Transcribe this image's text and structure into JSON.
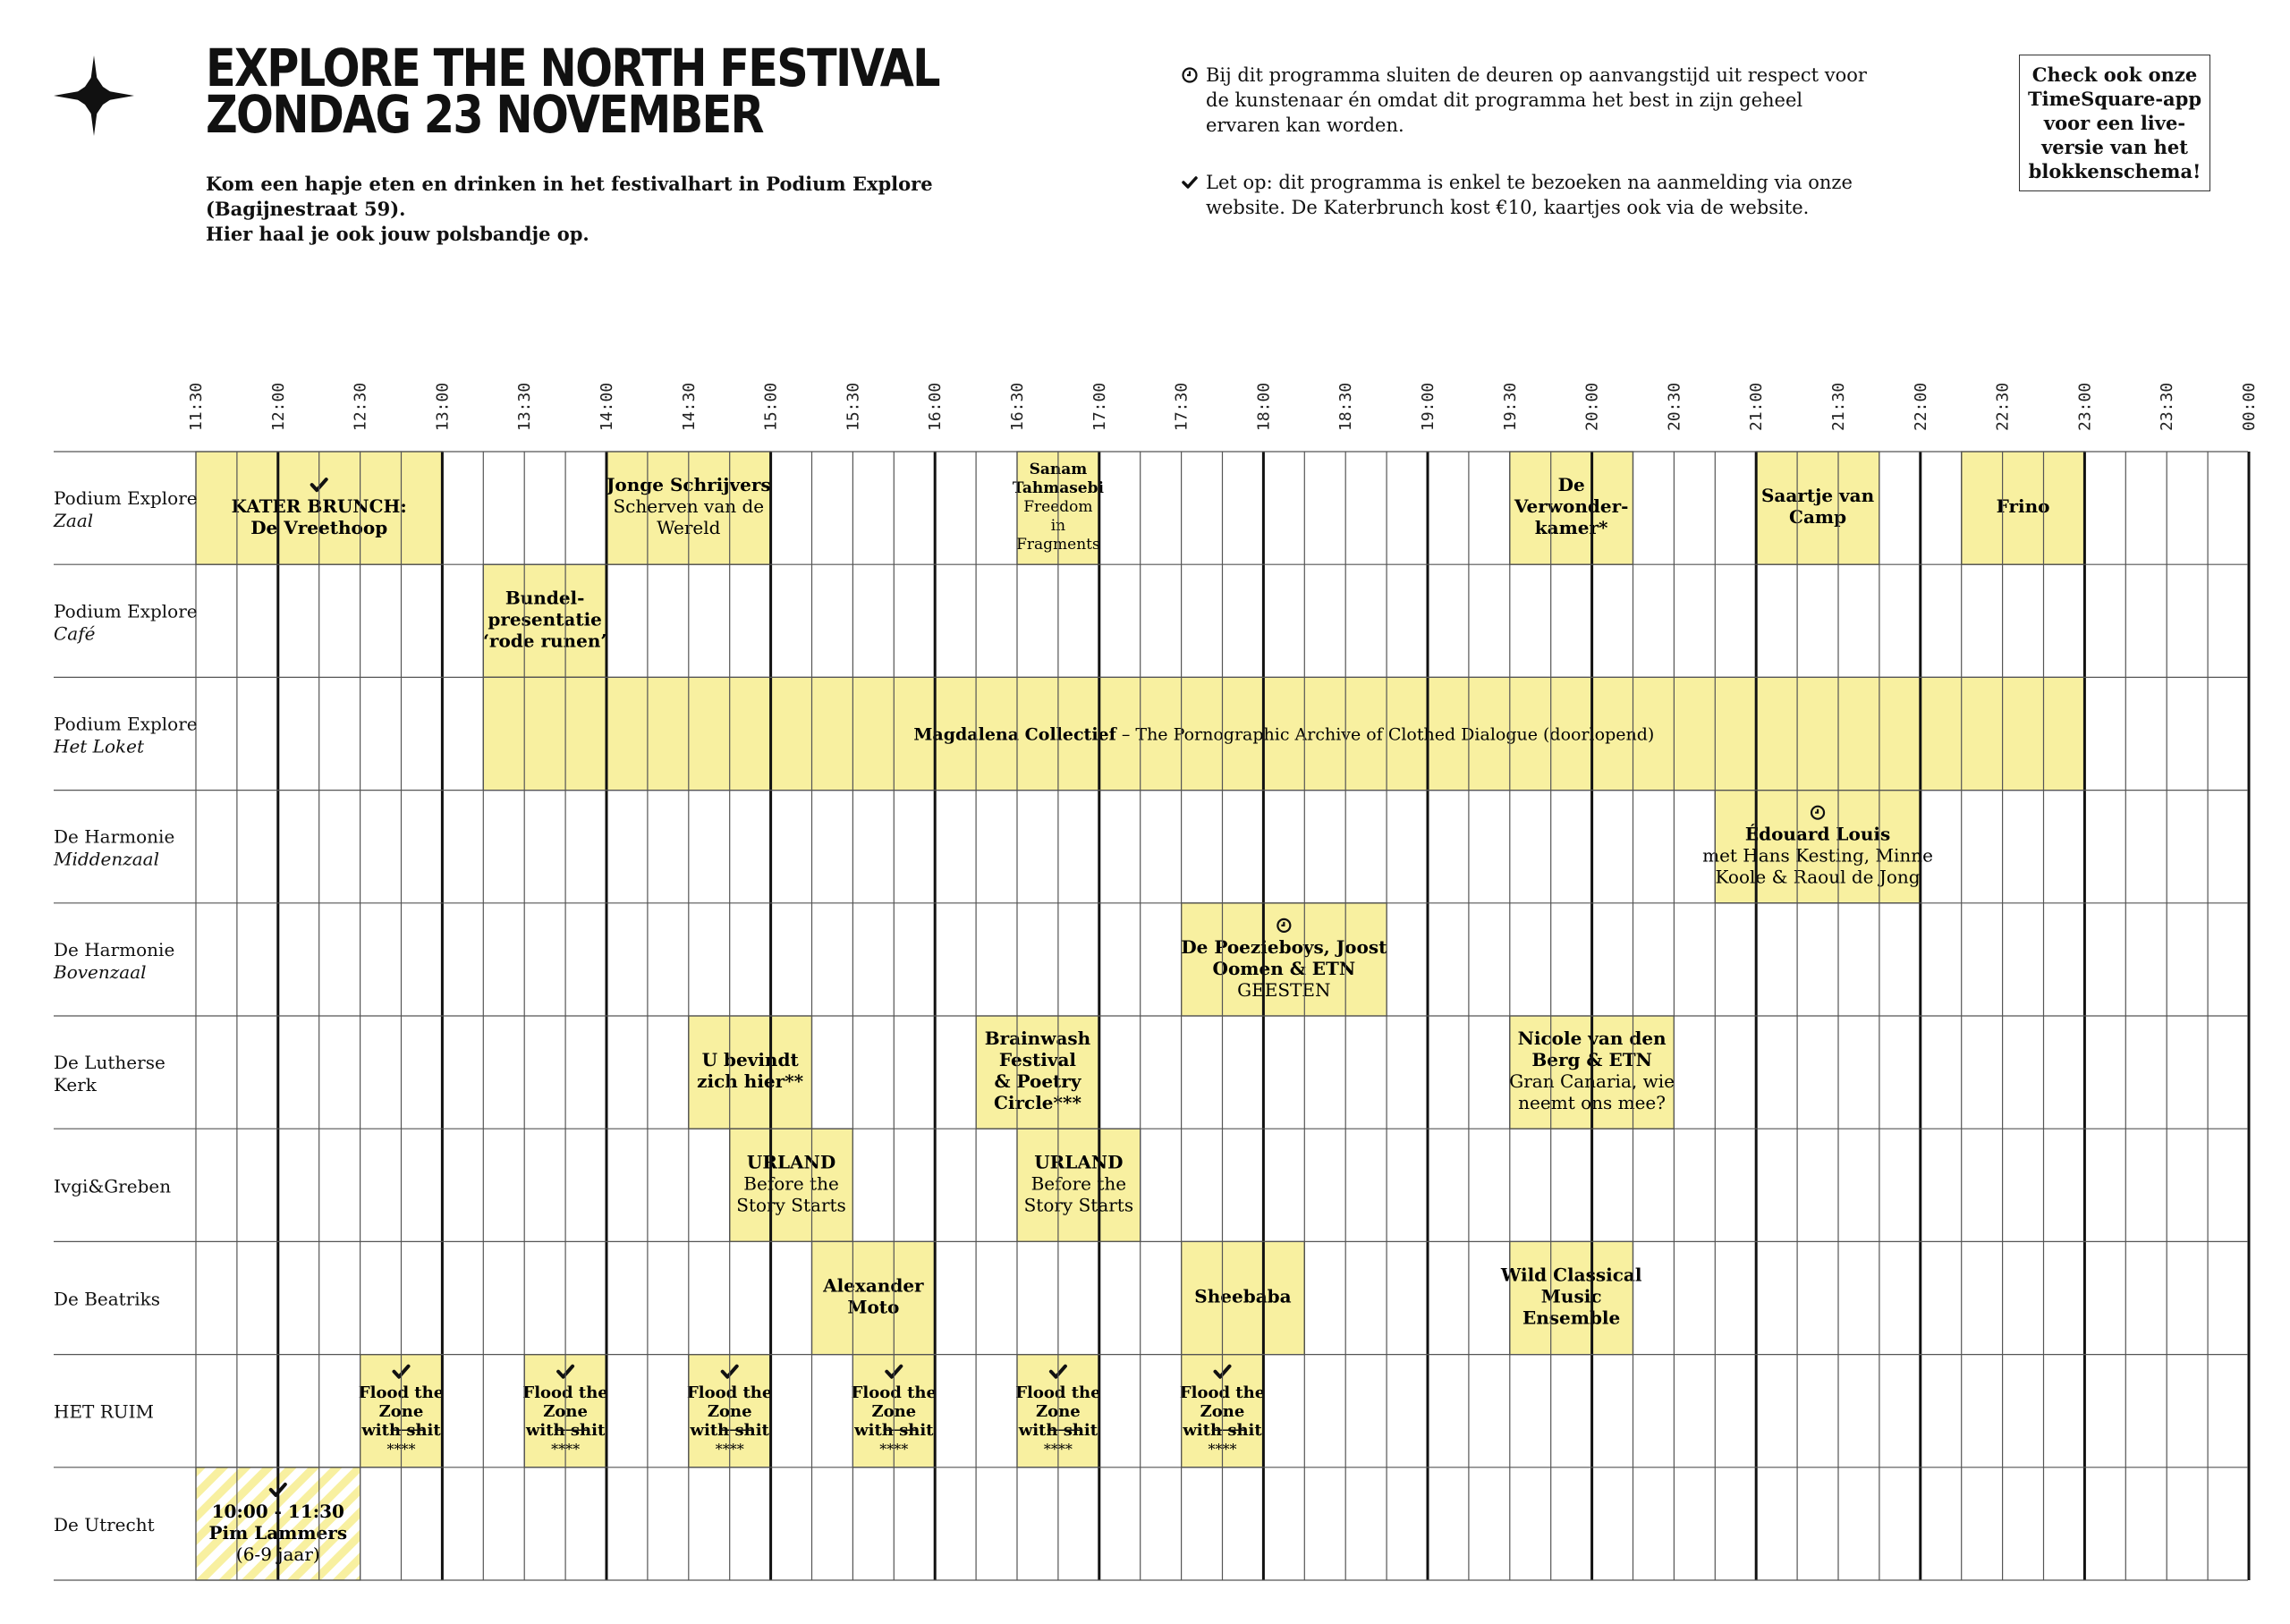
{
  "header": {
    "title_line1": "EXPLORE THE NORTH FESTIVAL",
    "title_line2": "ZONDAG 23 NOVEMBER",
    "intro_line1": "Kom een hapje eten en drinken in het festivalhart in Podium Explore (Bagijnestraat 59).",
    "intro_line2": "Hier haal je ook jouw polsbandje op."
  },
  "notes": [
    {
      "icon": "clock-icon",
      "text": "Bij dit programma sluiten de deuren op aanvangstijd uit respect voor de kunstenaar én omdat dit programma het best in zijn geheel ervaren kan worden."
    },
    {
      "icon": "check-icon",
      "text": "Let op: dit programma is enkel te bezoeken na aanmelding via onze website. De Katerbrunch kost €10, kaartjes ook via de website."
    }
  ],
  "cta": "Check ook onze TimeSquare-app voor een live-versie van het blokkenschema!",
  "colors": {
    "block": "#f8f0a0",
    "line": "#555555",
    "text": "#111111"
  },
  "schedule": {
    "times": [
      "11:30",
      "12:00",
      "12:30",
      "13:00",
      "13:30",
      "14:00",
      "14:30",
      "15:00",
      "15:30",
      "16:00",
      "16:30",
      "17:00",
      "17:30",
      "18:00",
      "18:30",
      "19:00",
      "19:30",
      "20:00",
      "20:30",
      "21:00",
      "21:30",
      "22:00",
      "22:30",
      "23:00",
      "23:30",
      "00:00"
    ],
    "venues": [
      {
        "name": "Podium Explore",
        "sub": "Zaal"
      },
      {
        "name": "Podium Explore",
        "sub": "Café"
      },
      {
        "name": "Podium Explore",
        "sub": "Het Loket"
      },
      {
        "name": "De Harmonie",
        "sub": "Middenzaal"
      },
      {
        "name": "De Harmonie",
        "sub": "Bovenzaal"
      },
      {
        "name": "De Lutherse Kerk",
        "sub": ""
      },
      {
        "name": "Ivgi&Greben",
        "sub": ""
      },
      {
        "name": "De Beatriks",
        "sub": ""
      },
      {
        "name": "HET RUIM",
        "sub": ""
      },
      {
        "name": "De Utrecht",
        "sub": ""
      }
    ],
    "events": [
      {
        "venue": 0,
        "start": "11:30",
        "end": "13:00",
        "icon": "check",
        "lines": [
          {
            "t": "KATER BRUNCH:",
            "b": true
          },
          {
            "t": "De Vreethoop",
            "b": true
          }
        ]
      },
      {
        "venue": 0,
        "start": "14:00",
        "end": "15:00",
        "lines": [
          {
            "t": "Jonge Schrijvers",
            "b": true
          },
          {
            "t": "Scherven van de",
            "b": false
          },
          {
            "t": "Wereld",
            "b": false
          }
        ]
      },
      {
        "venue": 0,
        "start": "16:30",
        "end": "17:00",
        "small": true,
        "lines": [
          {
            "t": "Sanam",
            "b": true
          },
          {
            "t": "Tahmasebi",
            "b": true
          },
          {
            "t": "Freedom",
            "b": false
          },
          {
            "t": "in",
            "b": false
          },
          {
            "t": "Fragments",
            "b": false
          }
        ]
      },
      {
        "venue": 0,
        "start": "19:30",
        "end": "20:15",
        "lines": [
          {
            "t": "De",
            "b": true
          },
          {
            "t": "Verwonder-",
            "b": true
          },
          {
            "t": "kamer*",
            "b": true
          }
        ]
      },
      {
        "venue": 0,
        "start": "21:00",
        "end": "21:45",
        "lines": [
          {
            "t": "Saartje van",
            "b": true
          },
          {
            "t": "Camp",
            "b": true
          }
        ]
      },
      {
        "venue": 0,
        "start": "22:15",
        "end": "23:00",
        "lines": [
          {
            "t": "Frino",
            "b": true
          }
        ]
      },
      {
        "venue": 1,
        "start": "13:15",
        "end": "14:00",
        "lines": [
          {
            "t": "Bundel-",
            "b": true
          },
          {
            "t": "presentatie",
            "b": true
          },
          {
            "t": "‘rode runen’",
            "b": true
          }
        ]
      },
      {
        "venue": 2,
        "start": "13:15",
        "end": "23:00",
        "inline": true,
        "lines": [
          {
            "t": "Magdalena Collectief",
            "b": true
          },
          {
            "t": " – The Pornographic Archive of Clothed Dialogue (doorlopend)",
            "b": false
          }
        ]
      },
      {
        "venue": 3,
        "start": "20:45",
        "end": "22:00",
        "icon": "clock",
        "lines": [
          {
            "t": "Édouard Louis",
            "b": true
          },
          {
            "t": "met Hans Kesting, Minne",
            "b": false
          },
          {
            "t": "Koole & Raoul de Jong",
            "b": false
          }
        ]
      },
      {
        "venue": 4,
        "start": "17:30",
        "end": "18:45",
        "icon": "clock",
        "lines": [
          {
            "t": "De Poezieboys, Joost",
            "b": true
          },
          {
            "t": "Oomen & ETN",
            "b": true
          },
          {
            "t": "GEESTEN",
            "b": false
          }
        ]
      },
      {
        "venue": 5,
        "start": "14:30",
        "end": "15:15",
        "lines": [
          {
            "t": "U bevindt",
            "b": true
          },
          {
            "t": "zich hier**",
            "b": true
          }
        ]
      },
      {
        "venue": 5,
        "start": "16:15",
        "end": "17:00",
        "lines": [
          {
            "t": "Brainwash",
            "b": true
          },
          {
            "t": "Festival",
            "b": true
          },
          {
            "t": "& Poetry",
            "b": true
          },
          {
            "t": "Circle***",
            "b": true
          }
        ]
      },
      {
        "venue": 5,
        "start": "19:30",
        "end": "20:30",
        "lines": [
          {
            "t": "Nicole van den",
            "b": true
          },
          {
            "t": "Berg & ETN",
            "b": true
          },
          {
            "t": "Gran Canaria, wie",
            "b": false
          },
          {
            "t": "neemt ons mee?",
            "b": false
          }
        ]
      },
      {
        "venue": 6,
        "start": "14:45",
        "end": "15:30",
        "lines": [
          {
            "t": "URLAND",
            "b": true
          },
          {
            "t": "Before the",
            "b": false
          },
          {
            "t": "Story Starts",
            "b": false
          }
        ]
      },
      {
        "venue": 6,
        "start": "16:30",
        "end": "17:15",
        "lines": [
          {
            "t": "URLAND",
            "b": true
          },
          {
            "t": "Before the",
            "b": false
          },
          {
            "t": "Story Starts",
            "b": false
          }
        ]
      },
      {
        "venue": 7,
        "start": "15:15",
        "end": "16:00",
        "lines": [
          {
            "t": "Alexander",
            "b": true
          },
          {
            "t": "Moto",
            "b": true
          }
        ]
      },
      {
        "venue": 7,
        "start": "17:30",
        "end": "18:15",
        "lines": [
          {
            "t": "Sheebaba",
            "b": true
          }
        ]
      },
      {
        "venue": 7,
        "start": "19:30",
        "end": "20:15",
        "lines": [
          {
            "t": "Wild Classical",
            "b": true
          },
          {
            "t": "Music",
            "b": true
          },
          {
            "t": "Ensemble",
            "b": true
          }
        ]
      },
      {
        "venue": 8,
        "start": "12:30",
        "end": "13:00",
        "icon": "check",
        "flood": true,
        "lines": [
          {
            "t": "Flood the",
            "b": true
          },
          {
            "t": "Zone",
            "b": true
          },
          {
            "t": "with shit",
            "b": true
          },
          {
            "t": "****",
            "b": false
          }
        ]
      },
      {
        "venue": 8,
        "start": "13:30",
        "end": "14:00",
        "icon": "check",
        "flood": true,
        "lines": [
          {
            "t": "Flood the",
            "b": true
          },
          {
            "t": "Zone",
            "b": true
          },
          {
            "t": "with shit",
            "b": true
          },
          {
            "t": "****",
            "b": false
          }
        ]
      },
      {
        "venue": 8,
        "start": "14:30",
        "end": "15:00",
        "icon": "check",
        "flood": true,
        "lines": [
          {
            "t": "Flood the",
            "b": true
          },
          {
            "t": "Zone",
            "b": true
          },
          {
            "t": "with shit",
            "b": true
          },
          {
            "t": "****",
            "b": false
          }
        ]
      },
      {
        "venue": 8,
        "start": "15:30",
        "end": "16:00",
        "icon": "check",
        "flood": true,
        "lines": [
          {
            "t": "Flood the",
            "b": true
          },
          {
            "t": "Zone",
            "b": true
          },
          {
            "t": "with shit",
            "b": true
          },
          {
            "t": "****",
            "b": false
          }
        ]
      },
      {
        "venue": 8,
        "start": "16:30",
        "end": "17:00",
        "icon": "check",
        "flood": true,
        "lines": [
          {
            "t": "Flood the",
            "b": true
          },
          {
            "t": "Zone",
            "b": true
          },
          {
            "t": "with shit",
            "b": true
          },
          {
            "t": "****",
            "b": false
          }
        ]
      },
      {
        "venue": 8,
        "start": "17:30",
        "end": "18:00",
        "icon": "check",
        "flood": true,
        "lines": [
          {
            "t": "Flood the",
            "b": true
          },
          {
            "t": "Zone",
            "b": true
          },
          {
            "t": "with shit",
            "b": true
          },
          {
            "t": "****",
            "b": false
          }
        ]
      },
      {
        "venue": 9,
        "start": "11:30",
        "end": "12:30",
        "icon": "check",
        "striped": true,
        "lines": [
          {
            "t": "10:00 - 11:30",
            "b": true
          },
          {
            "t": "Pim Lammers",
            "b": true
          },
          {
            "t": "(6-9 jaar)",
            "b": false
          }
        ]
      }
    ]
  }
}
